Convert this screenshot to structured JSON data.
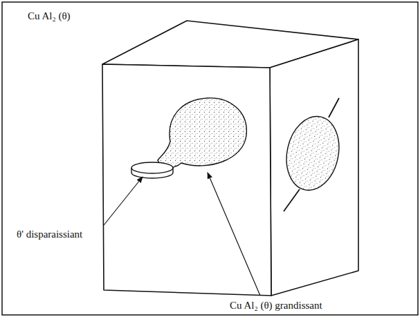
{
  "diagram": {
    "labels": [
      "Cu Al₂ (θ)",
      "θ' disparaissiant",
      "Cu Al₂ (θ) grandissant"
    ]
  }
}
